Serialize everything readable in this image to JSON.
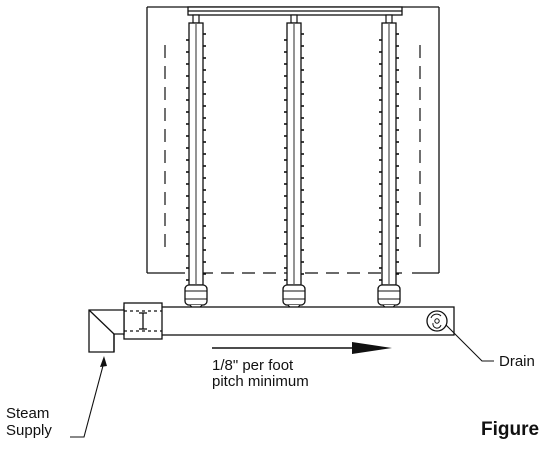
{
  "labels": {
    "pitch_line1": "1/8\" per foot",
    "pitch_line2": "pitch minimum",
    "drain": "Drain",
    "steam_line1": "Steam",
    "steam_line2": "Supply",
    "figure": "Figure"
  },
  "colors": {
    "line": "#111111",
    "background": "#ffffff"
  },
  "icons": {
    "arrow": "flow-direction-arrow",
    "drain": "drain-fitting-icon"
  }
}
